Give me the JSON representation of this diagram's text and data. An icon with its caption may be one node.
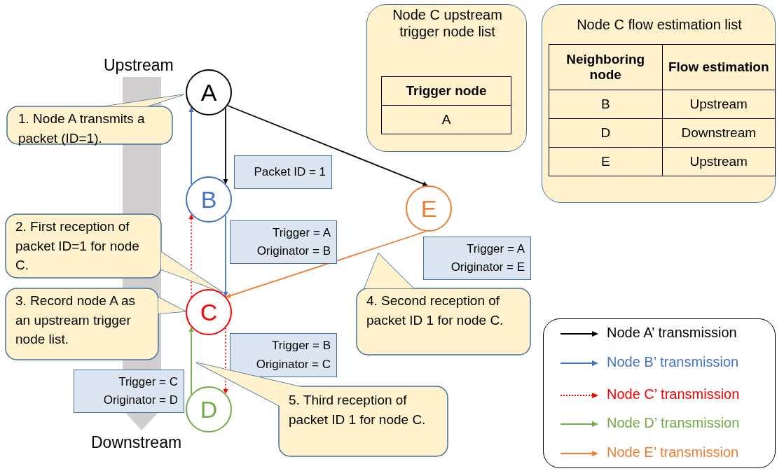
{
  "diagram": {
    "nodes": [
      {
        "text": [
          "A"
        ]
      },
      {
        "text": [
          "B"
        ]
      },
      {
        "text": [
          "C"
        ]
      },
      {
        "text": [
          "D"
        ]
      },
      {
        "text": [
          "E"
        ]
      },
      {
        "text": [
          "1. Node A transmits a packet (ID=1)."
        ]
      },
      {
        "text": [
          "Packet ID = 1"
        ]
      },
      {
        "text": [
          "Node C upstream trigger node list"
        ]
      },
      {
        "text": [
          "Node C flow estimation list"
        ]
      },
      {
        "text": [
          "Trigger = A Originator = B"
        ]
      },
      {
        "text": [
          "2. First reception of packet ID=1 for node C."
        ]
      },
      {
        "text": [
          "Trigger = A Originator = E"
        ]
      },
      {
        "text": [
          "3. Record node A as an upstream trigger node list."
        ]
      },
      {
        "text": [
          "4. Second reception of packet ID 1 for node C."
        ]
      },
      {
        "text": [
          "Trigger = B Originator = C"
        ]
      },
      {
        "text": [
          "Trigger = C Originator = D"
        ]
      },
      {
        "text": [
          "5. Third reception of packet ID 1 for node C."
        ]
      }
    ],
    "edges": [
      {
        "from": 0,
        "to": 1,
        "arrow": "to"
      },
      {
        "from": 0,
        "to": 4,
        "arrow": "to"
      },
      {
        "from": 1,
        "to": 0,
        "arrow": "to",
        "color": "#4472c4"
      },
      {
        "from": 1,
        "to": 2,
        "arrow": "to",
        "color": "#4472c4"
      },
      {
        "from": 2,
        "to": 1,
        "arrow": "to",
        "style": "dashed",
        "color": "#ff0000"
      },
      {
        "from": 2,
        "to": 3,
        "arrow": "to",
        "style": "dashed",
        "color": "#ff0000"
      },
      {
        "from": 3,
        "to": 2,
        "arrow": "to",
        "color": "#70ad47"
      },
      {
        "from": 4,
        "to": 2,
        "arrow": "to",
        "color": "#ed7d31"
      }
    ],
    "labels": [
      "Upstream",
      "Downstream",
      "Trigger node",
      "A",
      "Neighboring node",
      "Flow estimation",
      "B",
      "Upstream",
      "D",
      "Downstream",
      "E",
      "Upstream"
    ],
    "legend": [
      {
        "text": "Node A’ transmission"
      },
      {
        "text": "Node B’ transmission"
      },
      {
        "text": "Node C’ transmission"
      },
      {
        "text": "Node D’ transmission"
      },
      {
        "text": "Node E’ transmission"
      }
    ]
  }
}
